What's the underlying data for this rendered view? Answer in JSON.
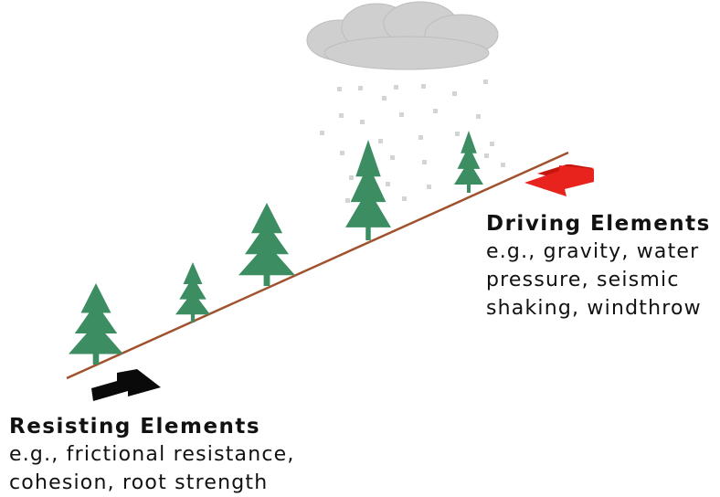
{
  "driving": {
    "title": "Driving Elements",
    "lines": [
      "e.g., gravity, water",
      "pressure, seismic",
      "shaking, windthrow"
    ],
    "arrow_color": "#e8231e"
  },
  "resisting": {
    "title": "Resisting Elements",
    "lines": [
      "e.g., frictional resistance,",
      "cohesion, root strength"
    ],
    "arrow_color": "#0a0a0a"
  },
  "colors": {
    "slope": "#a0522d",
    "tree": "#3d8d63",
    "trunk": "#3d8d63",
    "cloud": "#cfcfcf",
    "rain": "#d4d4d4"
  },
  "icons": {
    "driving_arrow": "arrow-icon",
    "resisting_arrow": "arrow-icon",
    "cloud": "cloud-icon",
    "tree": "tree-icon"
  }
}
